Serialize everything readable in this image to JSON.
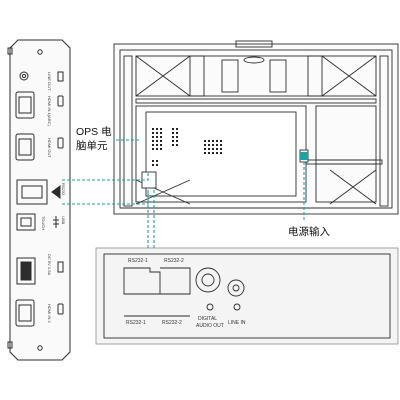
{
  "labels": {
    "ops_unit_line1": "OPS 电",
    "ops_unit_line2": "脑单元",
    "power_input": "电源输入"
  },
  "side_panel": {
    "ports": [
      {
        "label": "LINE OUT"
      },
      {
        "label": "HDMI IN 1(ARC)"
      },
      {
        "label": "HDMI OUT"
      },
      {
        "label": "RS232"
      },
      {
        "label": "TOUCH"
      },
      {
        "label": "USB"
      },
      {
        "label": "DC 5V 1.5A"
      },
      {
        "label": "HDMI IN 2"
      }
    ]
  },
  "bottom_panel": {
    "top_labels": [
      "RS232-1",
      "RS232-2"
    ],
    "bottom_labels": [
      "RS232-1",
      "RS232-2",
      "DIGITAL",
      "AUDIO OUT",
      "LINE IN"
    ]
  },
  "colors": {
    "line": "#2c2c2c",
    "leader": "#1aa3a3",
    "fill_light": "#f4f4f4",
    "block": "#222222"
  }
}
